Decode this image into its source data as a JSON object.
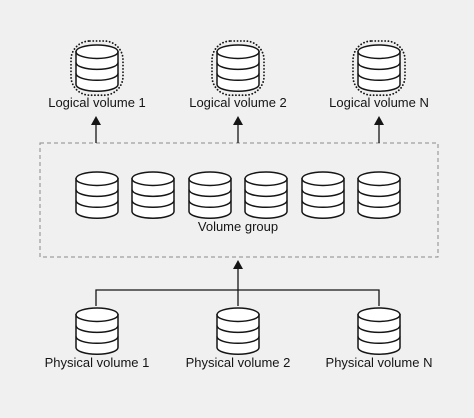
{
  "logical_volumes": [
    {
      "label": "Logical volume 1"
    },
    {
      "label": "Logical volume 2"
    },
    {
      "label": "Logical volume N"
    }
  ],
  "volume_group": {
    "label": "Volume group",
    "disk_count": 6
  },
  "physical_volumes": [
    {
      "label": "Physical volume 1"
    },
    {
      "label": "Physical volume 2"
    },
    {
      "label": "Physical volume N"
    }
  ],
  "colors": {
    "background": "#f0f0f0",
    "stroke": "#151515",
    "disk_fill": "#ffffff",
    "group_border": "#8a8a8a"
  },
  "icons": [
    "disk-stack-icon",
    "arrow-up-icon"
  ]
}
